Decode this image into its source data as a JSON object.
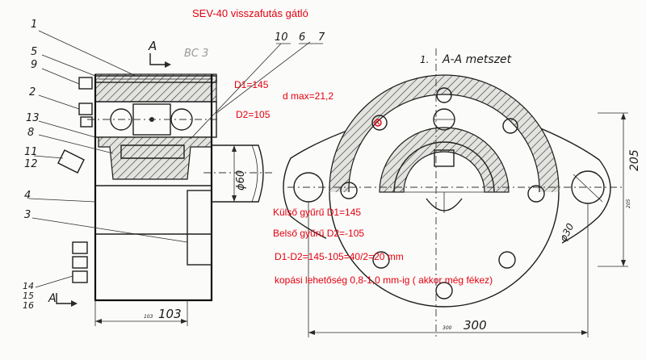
{
  "title": "SEV-40 visszafutás gátló",
  "annotations": {
    "d1": "D1=145",
    "d2": "D2=105",
    "dmax": "d max=21,2",
    "outer_ring": "Külső gyűrű D1=145",
    "inner_ring": "Belső gyűrű D2=-105",
    "difference": "D1-D2=145-105=40/2=20 mm",
    "wear": "kopási lehetőség 0,8-1,0 mm-ig ( akkor még fékez)"
  },
  "drawing": {
    "section_title": "A-A metszet",
    "section_number": "1.",
    "section_mark": "A",
    "stamp": "BC 3",
    "part_numbers": [
      "1",
      "5",
      "9",
      "2",
      "13",
      "8",
      "11",
      "12",
      "4",
      "3",
      "14",
      "15",
      "16",
      "10",
      "6",
      "7"
    ],
    "dim_shaft": "ϕ60",
    "dim_width": "103",
    "dim_width_small": "103",
    "dim_length": "300",
    "dim_length_small": "300",
    "dim_height": "205",
    "dim_height_small": "205",
    "dim_hole": "ϕ30"
  }
}
